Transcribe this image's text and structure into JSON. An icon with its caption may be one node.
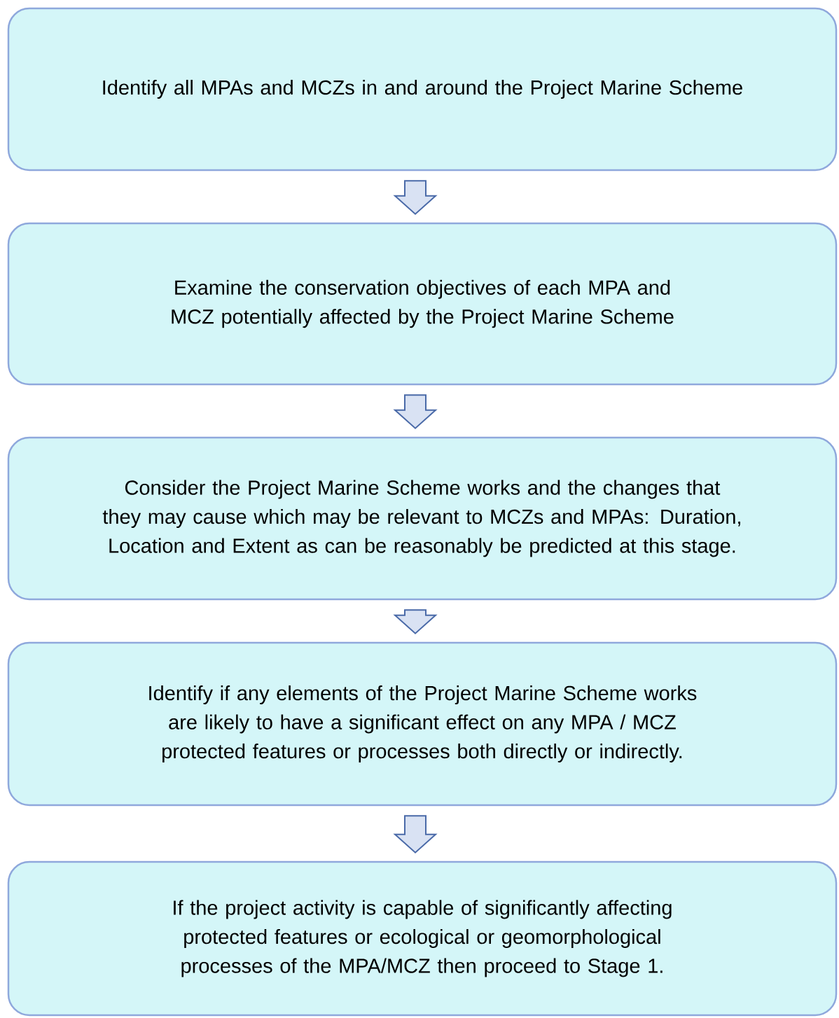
{
  "diagram": {
    "nodes": [
      {
        "text": [
          "Identify all MPAs and MCZs in and around the Project Marine Scheme"
        ]
      },
      {
        "text": [
          "Examine the conservation objectives of each MPA and MCZ potentially affected by the Project Marine Scheme"
        ]
      },
      {
        "text": [
          "Consider the Project Marine Scheme works and the changes that they may cause which may be relevant to MCZs and MPAs: Duration, Location and Extent as can be reasonably be predicted at this stage."
        ]
      },
      {
        "text": [
          "Identify if any elements of the Project Marine Scheme works are likely to have a significant effect on any MPA / MCZ protected features or processes both directly or indirectly."
        ]
      },
      {
        "text": [
          "If the project activity is capable of significantly affecting protected features or ecological or geomorphological processes of the MPA/MCZ then proceed to Stage 1."
        ]
      }
    ],
    "edges": [
      {
        "from": 0,
        "to": 1,
        "arrow": "to"
      },
      {
        "from": 1,
        "to": 2,
        "arrow": "to"
      },
      {
        "from": 2,
        "to": 3,
        "arrow": "to"
      },
      {
        "from": 3,
        "to": 4,
        "arrow": "to"
      }
    ]
  }
}
